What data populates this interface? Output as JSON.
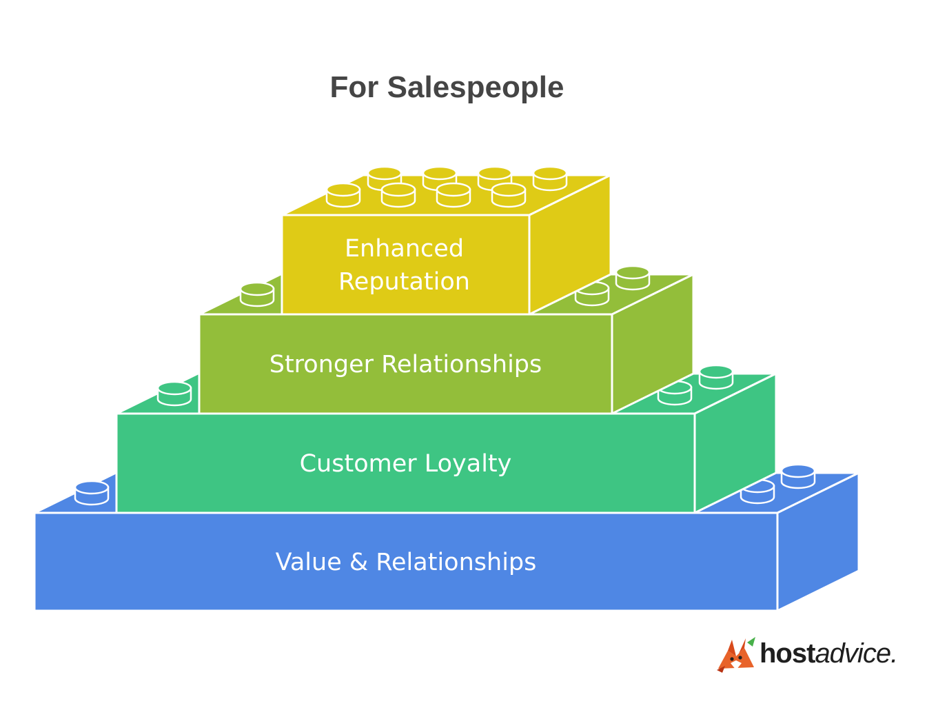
{
  "title": "For Salespeople",
  "colors": {
    "title": "#454545",
    "tier_1": "#4f87e4",
    "tier_2": "#3ec583",
    "tier_3": "#93be3a",
    "tier_4": "#dfcb16",
    "stroke": "#ffffff"
  },
  "tiers": [
    {
      "label_lines": [
        "Value & Relationships"
      ]
    },
    {
      "label_lines": [
        "Customer Loyalty"
      ]
    },
    {
      "label_lines": [
        "Stronger Relationships"
      ]
    },
    {
      "label_lines": [
        "Enhanced",
        "Reputation"
      ]
    }
  ],
  "logo": {
    "icon": "fox-mascot-icon",
    "brand_bold": "host",
    "brand_italic": "advice."
  }
}
